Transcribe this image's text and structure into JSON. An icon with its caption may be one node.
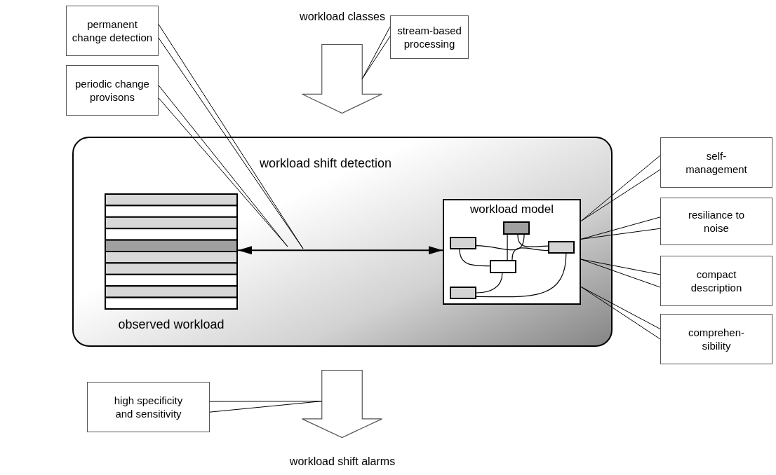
{
  "diagram": {
    "nodes": [
      {
        "text": [
          "permanent change detection"
        ]
      },
      {
        "text": [
          "periodic change provisons"
        ]
      },
      {
        "text": [],
        "shape": "arrow"
      },
      {
        "text": [
          "stream-based processing"
        ]
      },
      {
        "text": [
          "workload shift detection"
        ]
      },
      {
        "text": [
          "observed workload"
        ],
        "in": 4
      },
      {
        "text": [
          "workload model"
        ],
        "in": 4
      },
      {
        "text": [],
        "shape": "box",
        "in": 6
      },
      {
        "text": [],
        "shape": "box",
        "in": 6
      },
      {
        "text": [],
        "shape": "box",
        "in": 6
      },
      {
        "text": [],
        "shape": "box",
        "in": 6
      },
      {
        "text": [],
        "shape": "box",
        "in": 6
      },
      {
        "text": [
          "self- management"
        ]
      },
      {
        "text": [
          "resiliance to noise"
        ]
      },
      {
        "text": [
          "compact description"
        ]
      },
      {
        "text": [
          "comprehen- sibility"
        ]
      },
      {
        "text": [
          "high specificity and sensitivity"
        ]
      },
      {
        "text": [],
        "shape": "arrow"
      }
    ],
    "edges": [
      {
        "from": 3,
        "to": 2,
        "arrow": "none"
      },
      {
        "from": 0,
        "to": null,
        "arrow": "none"
      },
      {
        "from": 1,
        "to": null,
        "arrow": "none"
      },
      {
        "from": 5,
        "to": 6,
        "arrow": "both"
      },
      {
        "from": 12,
        "to": 6,
        "arrow": "none"
      },
      {
        "from": 13,
        "to": 6,
        "arrow": "none"
      },
      {
        "from": 14,
        "to": 6,
        "arrow": "none"
      },
      {
        "from": 15,
        "to": 6,
        "arrow": "none"
      },
      {
        "from": 16,
        "to": 17,
        "arrow": "none"
      },
      {
        "from": 8,
        "to": 7,
        "arrow": "none"
      },
      {
        "from": 7,
        "to": 9,
        "arrow": "none"
      },
      {
        "from": 7,
        "to": 10,
        "arrow": "none"
      },
      {
        "from": 8,
        "to": 10,
        "arrow": "none"
      },
      {
        "from": 10,
        "to": 9,
        "arrow": "none"
      },
      {
        "from": 10,
        "to": 11,
        "arrow": "none"
      },
      {
        "from": 9,
        "to": 11,
        "arrow": "none"
      }
    ],
    "labels": [
      "workload classes",
      "workload shift alarms"
    ]
  }
}
